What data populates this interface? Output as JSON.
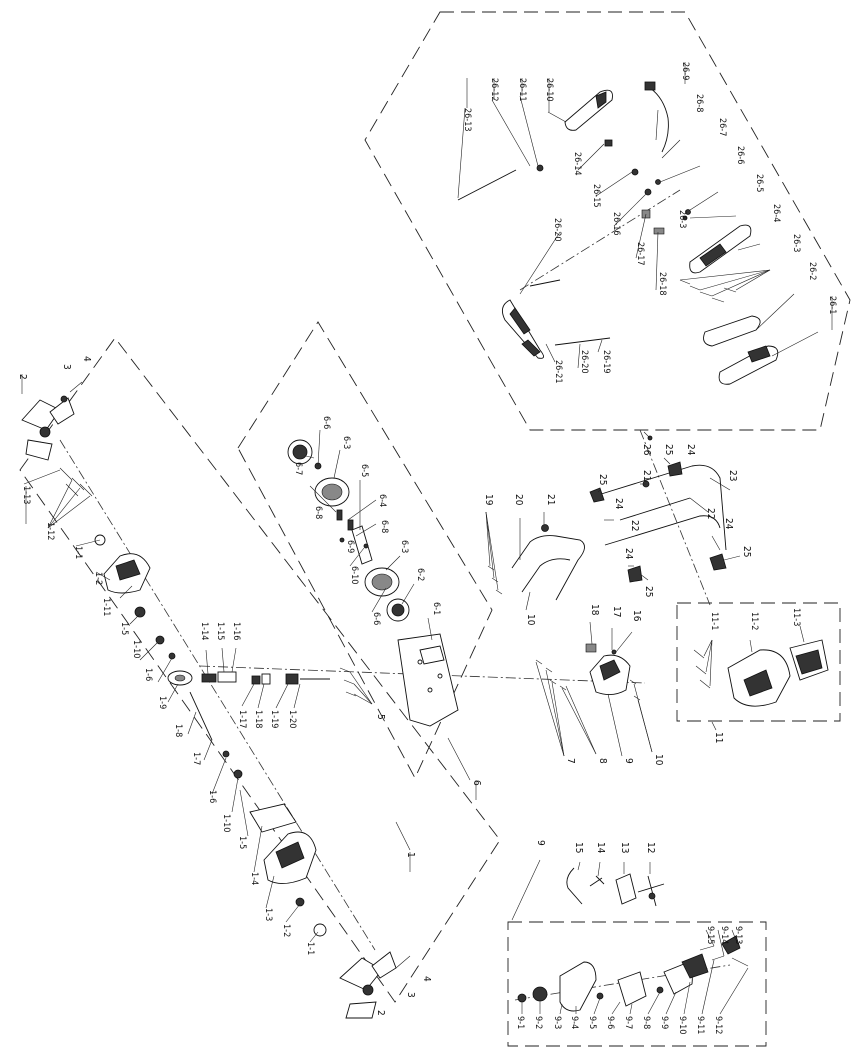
{
  "labels": {
    "g26": {
      "l1": "26-1",
      "l2": "26-2",
      "l3": "26-3",
      "l3b": "26-3",
      "l4": "26-4",
      "l5": "26-5",
      "l6": "26-6",
      "l7": "26-7",
      "l8": "26-8",
      "l9": "26-9",
      "l10": "26-10",
      "l11": "26-11",
      "l12": "26-12",
      "l13": "26-13",
      "l14": "26-14",
      "l15": "26-15",
      "l16": "26-16",
      "l17": "26-17",
      "l18": "26-18",
      "l19": "26-19",
      "l20": "26-20",
      "l20b": "26-20",
      "l21": "26-21"
    },
    "g6": {
      "l1": "6-1",
      "l2": "6-2",
      "l3": "6-3",
      "l3b": "6-3",
      "l4": "6-4",
      "l5": "6-5",
      "l6": "6-6",
      "l6b": "6-6",
      "l7": "6-7",
      "l8": "6-8",
      "l8b": "6-8",
      "l9": "6-9",
      "l10": "6-10"
    },
    "g1": {
      "l1": "1-1",
      "l1b": "1-1",
      "l2": "1-2",
      "l2b": "1-2",
      "l3": "1-3",
      "l4": "1-4",
      "l5": "1-5",
      "l5b": "1-5",
      "l6": "1-6",
      "l6b": "1-6",
      "l7": "1-7",
      "l8": "1-8",
      "l9": "1-9",
      "l10": "1-10",
      "l10b": "1-10",
      "l11": "1-11",
      "l12": "1-12",
      "l13": "1-13",
      "l14": "1-14",
      "l15": "1-15",
      "l16": "1-16",
      "l17": "1-17",
      "l18": "1-18",
      "l19": "1-19",
      "l20": "1-20"
    },
    "g11": {
      "l1": "11-1",
      "l2": "11-2",
      "l3": "11-3"
    },
    "g9": {
      "l1": "9-1",
      "l2": "9-2",
      "l3": "9-3",
      "l4": "9-4",
      "l5": "9-5",
      "l6": "9-6",
      "l7": "9-7",
      "l8": "9-8",
      "l9": "9-9",
      "l10": "9-10",
      "l11": "9-11",
      "l12": "9-12",
      "l13": "9-13",
      "l14": "9-14",
      "l15": "9-15"
    },
    "main": {
      "p1": "1",
      "p2": "2",
      "p2b": "2",
      "p3": "3",
      "p3b": "3",
      "p4": "4",
      "p4b": "4",
      "p5": "5",
      "p6": "6",
      "p7": "7",
      "p8": "8",
      "p9": "9",
      "p9b": "9",
      "p10": "10",
      "p10b": "10",
      "p11": "11",
      "p12": "12",
      "p13": "13",
      "p14": "14",
      "p15": "15",
      "p16": "16",
      "p17": "17",
      "p18": "18",
      "p19": "19",
      "p20": "20",
      "p21": "21",
      "p21b": "21",
      "p22": "22",
      "p22b": "22",
      "p23": "23",
      "p24": "24",
      "p24b": "24",
      "p24c": "24",
      "p24d": "24",
      "p25": "25",
      "p25b": "25",
      "p25c": "25",
      "p25d": "25",
      "p26": "26"
    }
  }
}
